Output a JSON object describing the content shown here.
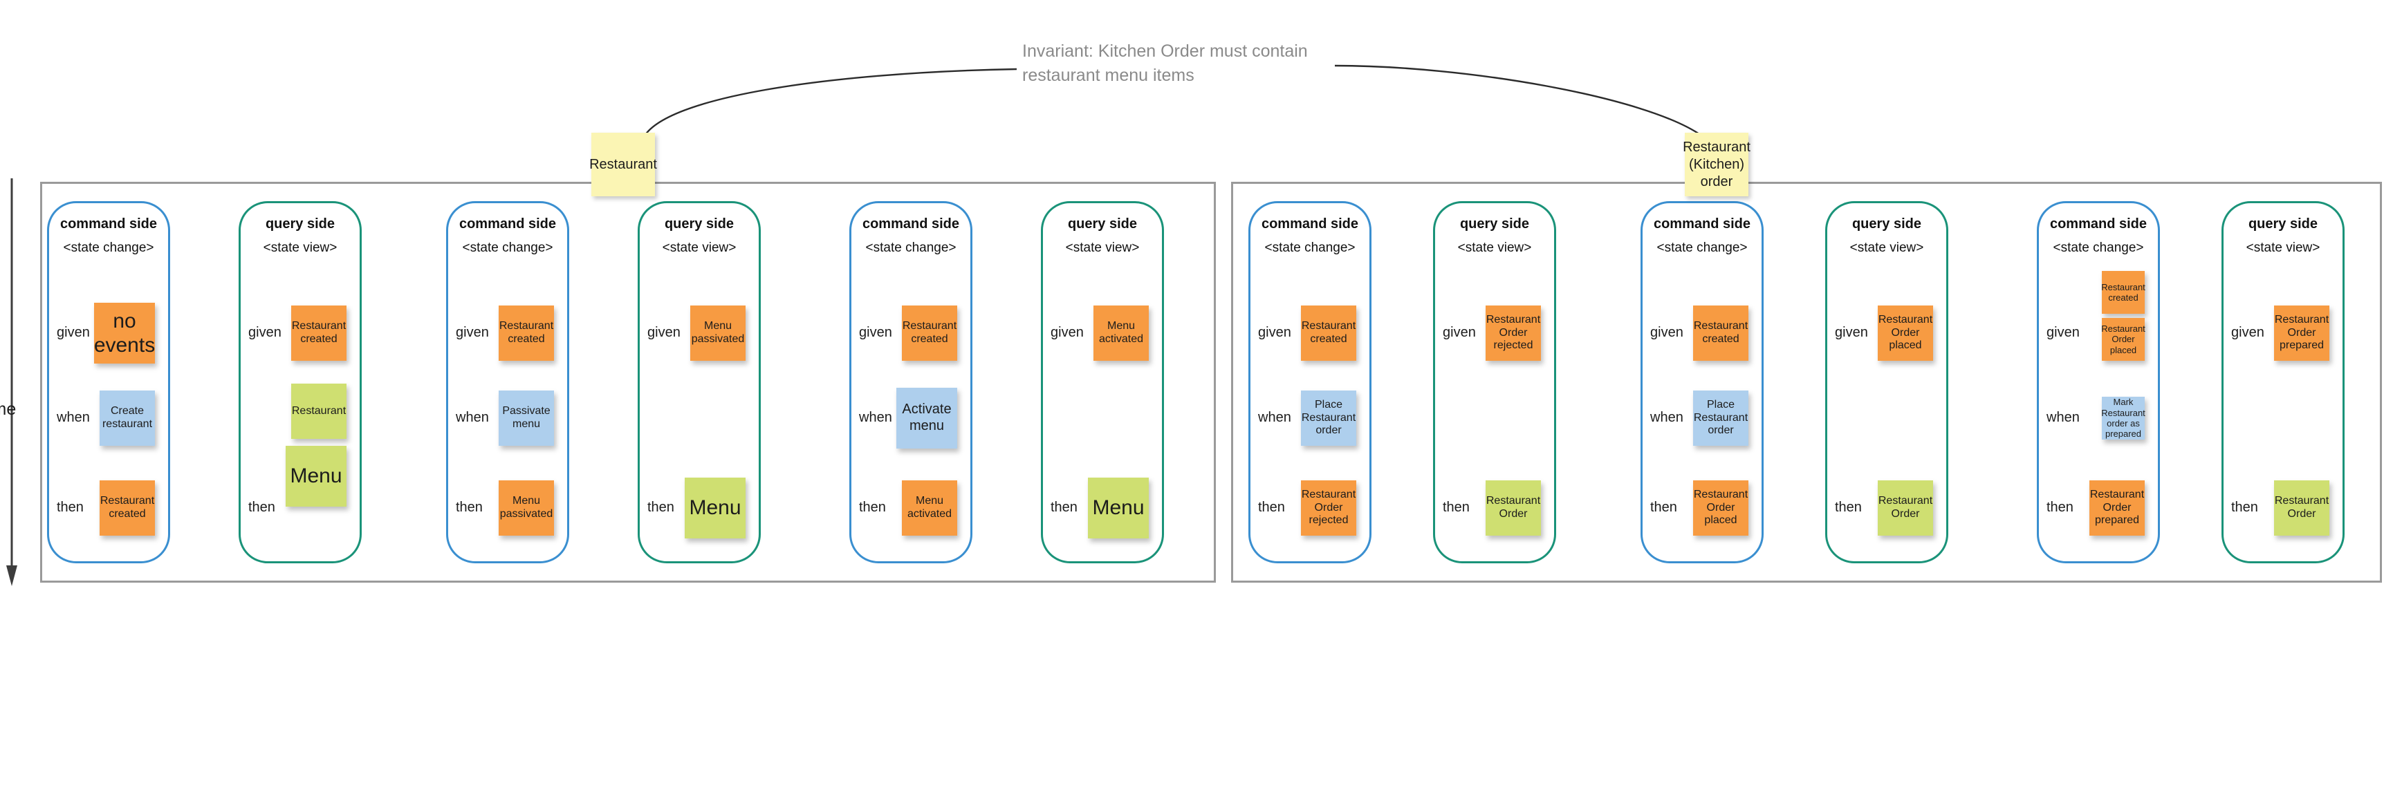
{
  "invariant": {
    "text": "Invariant: Kitchen Order must contain restaurant menu items",
    "color": "#8a8a8a"
  },
  "aggregates": [
    {
      "id": "restaurant",
      "label": "Restaurant"
    },
    {
      "id": "restaurant-kitchen-order",
      "label": "Restaurant (Kitchen) order"
    }
  ],
  "axis": {
    "label": "time",
    "direction": "down"
  },
  "legend_colors": {
    "event_note": "#f79b42",
    "command_note": "#aecfed",
    "view_note": "#cfdf71",
    "aggregate_note": "#fbf5b4",
    "command_side_border": "#3a8fd0",
    "query_side_border": "#1a9379",
    "container_border": "#9a9a9a"
  },
  "labels": {
    "command_side": "command side",
    "query_side": "query side",
    "state_change": "<state change>",
    "state_view": "<state view>",
    "given": "given",
    "when": "when",
    "then": "then"
  },
  "columns": [
    {
      "kind": "command",
      "title": "command side",
      "subtitle": "<state change>",
      "given": [
        {
          "text": "no events",
          "type": "event",
          "size": "lg"
        }
      ],
      "when": [
        {
          "text": "Create restaurant",
          "type": "command",
          "size": "sm"
        }
      ],
      "then": [
        {
          "text": "Restaurant created",
          "type": "event",
          "size": "sm"
        }
      ]
    },
    {
      "kind": "query",
      "title": "query side",
      "subtitle": "<state view>",
      "given": [
        {
          "text": "Restaurant created",
          "type": "event",
          "size": "sm"
        }
      ],
      "when": [],
      "then": [
        {
          "text": "Restaurant",
          "type": "view",
          "size": "sm"
        },
        {
          "text": "Menu",
          "type": "view",
          "size": "lg"
        }
      ]
    },
    {
      "kind": "command",
      "title": "command side",
      "subtitle": "<state change>",
      "given": [
        {
          "text": "Restaurant created",
          "type": "event",
          "size": "sm"
        }
      ],
      "when": [
        {
          "text": "Passivate menu",
          "type": "command",
          "size": "sm"
        }
      ],
      "then": [
        {
          "text": "Menu passivated",
          "type": "event",
          "size": "sm"
        }
      ]
    },
    {
      "kind": "query",
      "title": "query side",
      "subtitle": "<state view>",
      "given": [
        {
          "text": "Menu passivated",
          "type": "event",
          "size": "sm"
        }
      ],
      "when": [],
      "then": [
        {
          "text": "Menu",
          "type": "view",
          "size": "lg"
        }
      ]
    },
    {
      "kind": "command",
      "title": "command side",
      "subtitle": "<state change>",
      "given": [
        {
          "text": "Restaurant created",
          "type": "event",
          "size": "sm"
        }
      ],
      "when": [
        {
          "text": "Activate menu",
          "type": "command",
          "size": "md"
        }
      ],
      "then": [
        {
          "text": "Menu activated",
          "type": "event",
          "size": "sm"
        }
      ]
    },
    {
      "kind": "query",
      "title": "query side",
      "subtitle": "<state view>",
      "given": [
        {
          "text": "Menu activated",
          "type": "event",
          "size": "sm"
        }
      ],
      "when": [],
      "then": [
        {
          "text": "Menu",
          "type": "view",
          "size": "lg"
        }
      ]
    },
    {
      "kind": "command",
      "title": "command side",
      "subtitle": "<state change>",
      "given": [
        {
          "text": "Restaurant created",
          "type": "event",
          "size": "sm"
        }
      ],
      "when": [
        {
          "text": "Place Restaurant order",
          "type": "command",
          "size": "sm"
        }
      ],
      "then": [
        {
          "text": "Restaurant Order rejected",
          "type": "event",
          "size": "sm"
        }
      ]
    },
    {
      "kind": "query",
      "title": "query side",
      "subtitle": "<state view>",
      "given": [
        {
          "text": "Restaurant Order rejected",
          "type": "event",
          "size": "sm"
        }
      ],
      "when": [],
      "then": [
        {
          "text": "Restaurant Order",
          "type": "view",
          "size": "sm"
        }
      ]
    },
    {
      "kind": "command",
      "title": "command side",
      "subtitle": "<state change>",
      "given": [
        {
          "text": "Restaurant created",
          "type": "event",
          "size": "sm"
        }
      ],
      "when": [
        {
          "text": "Place Restaurant order",
          "type": "command",
          "size": "sm"
        }
      ],
      "then": [
        {
          "text": "Restaurant Order placed",
          "type": "event",
          "size": "sm"
        }
      ]
    },
    {
      "kind": "query",
      "title": "query side",
      "subtitle": "<state view>",
      "given": [
        {
          "text": "Restaurant Order placed",
          "type": "event",
          "size": "sm"
        }
      ],
      "when": [],
      "then": [
        {
          "text": "Restaurant Order",
          "type": "view",
          "size": "sm"
        }
      ]
    },
    {
      "kind": "command",
      "title": "command side",
      "subtitle": "<state change>",
      "given": [
        {
          "text": "Restaurant created",
          "type": "event",
          "size": "xs"
        },
        {
          "text": "Restaurant Order placed",
          "type": "event",
          "size": "xs"
        }
      ],
      "when": [
        {
          "text": "Mark Restaurant order as prepared",
          "type": "command",
          "size": "xs"
        }
      ],
      "then": [
        {
          "text": "Restaurant Order prepared",
          "type": "event",
          "size": "sm"
        }
      ]
    },
    {
      "kind": "query",
      "title": "query side",
      "subtitle": "<state view>",
      "given": [
        {
          "text": "Restaurant Order prepared",
          "type": "event",
          "size": "sm"
        }
      ],
      "when": [],
      "then": [
        {
          "text": "Restaurant Order",
          "type": "view",
          "size": "sm"
        }
      ]
    }
  ]
}
